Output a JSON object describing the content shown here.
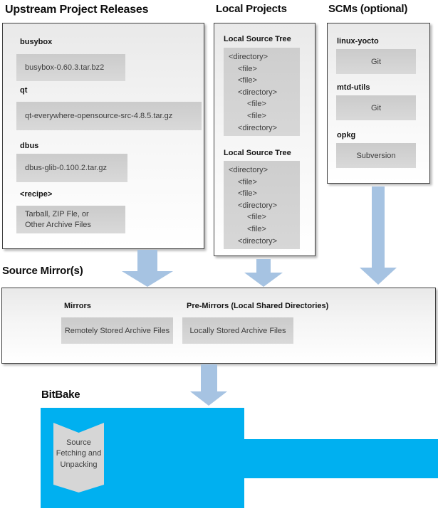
{
  "colors": {
    "arrow_blue": "#a6c3e2",
    "bitbake_blue": "#00b0f0",
    "box_gray": "#d2d2d2",
    "container_border": "#3f3f3f"
  },
  "upstream": {
    "section_title": "Upstream Project Releases",
    "items": [
      {
        "label": "busybox",
        "file": "busybox-0.60.3.tar.bz2"
      },
      {
        "label": "qt",
        "file": "qt-everywhere-opensource-src-4.8.5.tar.gz"
      },
      {
        "label": "dbus",
        "file": "dbus-glib-0.100.2.tar.gz"
      },
      {
        "label": "<recipe>",
        "file_lines": [
          "Tarball, ZIP Fle, or",
          "Other Archive Files"
        ]
      }
    ]
  },
  "local": {
    "section_title": "Local Projects",
    "trees": [
      {
        "label": "Local Source Tree",
        "lines": [
          {
            "text": "<directory>",
            "indent": 0
          },
          {
            "text": "<file>",
            "indent": 1
          },
          {
            "text": "<file>",
            "indent": 1
          },
          {
            "text": "<directory>",
            "indent": 1
          },
          {
            "text": "<file>",
            "indent": 2
          },
          {
            "text": "<file>",
            "indent": 2
          },
          {
            "text": "<directory>",
            "indent": 1
          }
        ]
      },
      {
        "label": "Local Source Tree",
        "lines": [
          {
            "text": "<directory>",
            "indent": 0
          },
          {
            "text": "<file>",
            "indent": 1
          },
          {
            "text": "<file>",
            "indent": 1
          },
          {
            "text": "<directory>",
            "indent": 1
          },
          {
            "text": "<file>",
            "indent": 2
          },
          {
            "text": "<file>",
            "indent": 2
          },
          {
            "text": "<directory>",
            "indent": 1
          }
        ]
      }
    ]
  },
  "scm": {
    "section_title": "SCMs (optional)",
    "items": [
      {
        "label": "linux-yocto",
        "tool": "Git"
      },
      {
        "label": "mtd-utils",
        "tool": "Git"
      },
      {
        "label": "opkg",
        "tool": "Subversion"
      }
    ]
  },
  "mirror": {
    "section_title": "Source Mirror(s)",
    "groups": [
      {
        "label": "Mirrors",
        "box": "Remotely Stored Archive Files"
      },
      {
        "label": "Pre-Mirrors (Local Shared Directories)",
        "box": "Locally Stored Archive Files"
      }
    ]
  },
  "bitbake": {
    "section_title": "BitBake",
    "process_lines": [
      "Source",
      "Fetching and",
      "Unpacking"
    ]
  }
}
